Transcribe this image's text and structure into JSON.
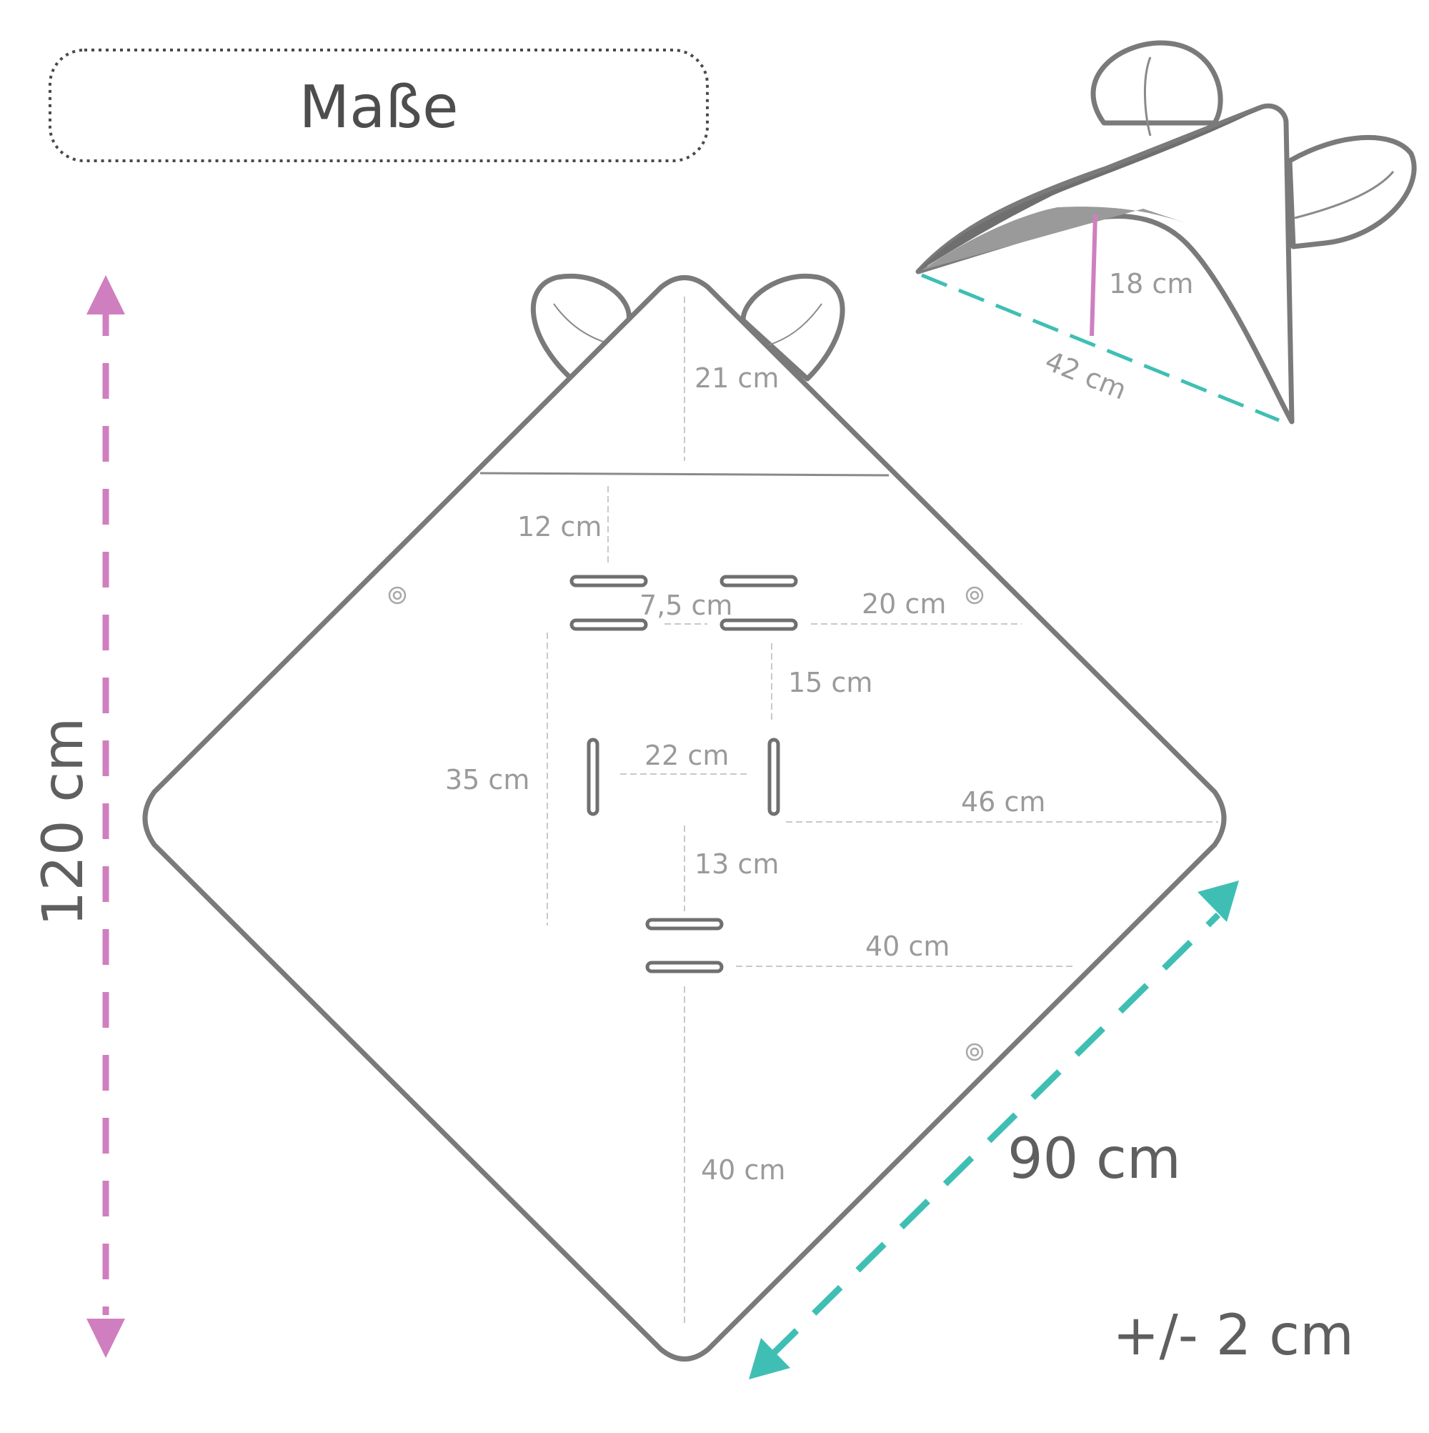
{
  "title": "Maße",
  "colors": {
    "outline": "#7a7a7a",
    "height_arrow": "#cf7fbf",
    "width_arrow": "#3fbfb4",
    "hood_height_line": "#cf7fbf",
    "hood_width_line": "#3fbfb4",
    "dimension_text": "#9a9a9a",
    "guides": "#c9c9c9"
  },
  "overall": {
    "height": "120 cm",
    "width": "90 cm",
    "tolerance": "+/- 2 cm"
  },
  "hood": {
    "depth": "21 cm",
    "height": "18 cm",
    "width": "42 cm"
  },
  "dimensions": {
    "hood_to_upper_slots": "12 cm",
    "upper_slot_gap": "7,5 cm",
    "upper_slots_to_edge": "20 cm",
    "upper_to_side_slots": "15 cm",
    "side_slots_span": "35 cm",
    "side_slot_gap": "22 cm",
    "side_slot_to_edge": "46 cm",
    "side_to_lower_slots": "13 cm",
    "lower_slots_to_edge": "40 cm",
    "lower_slots_to_bottom": "40 cm"
  },
  "icons": {
    "snap": "snap-button-icon",
    "ear": "ear-shape",
    "arrow": "arrowhead-icon"
  }
}
